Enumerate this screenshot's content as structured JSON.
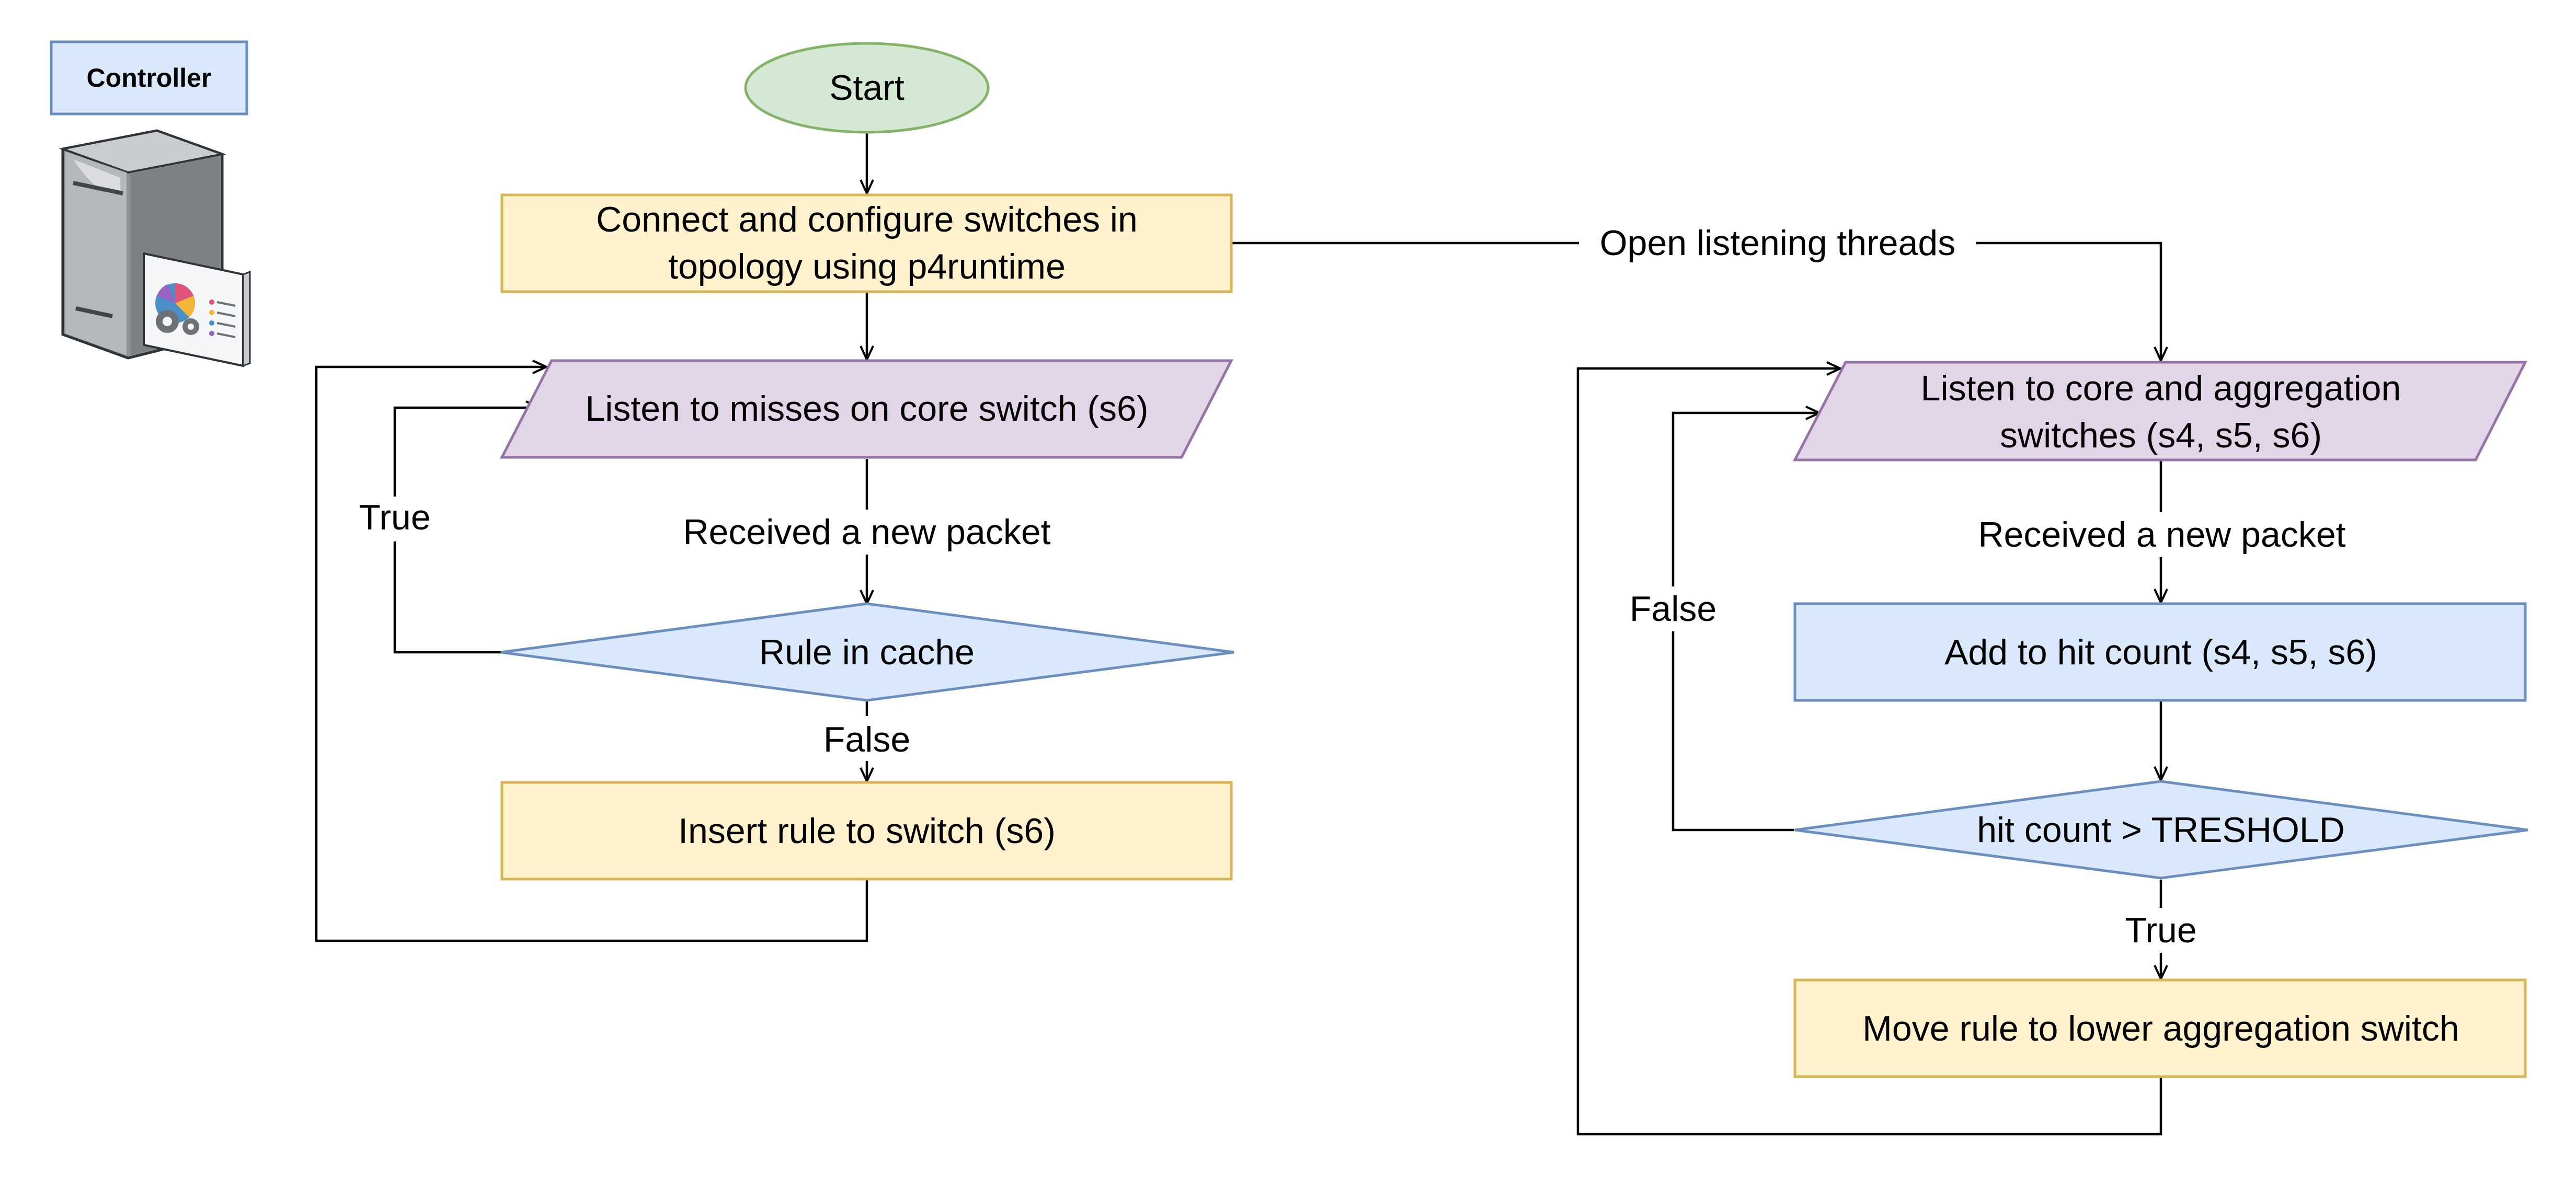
{
  "controller": {
    "label": "Controller",
    "icon": "server-with-dashboard-icon"
  },
  "colors": {
    "start_fill": "#d5e8d4",
    "start_stroke": "#82b366",
    "process_fill": "#fff2cc",
    "process_stroke": "#d6b656",
    "io_fill": "#e1d5e7",
    "io_stroke": "#9673a6",
    "blue_fill": "#dae8fc",
    "blue_stroke": "#6c8ebf"
  },
  "nodes": {
    "start": "Start",
    "connect": [
      "Connect and configure switches in",
      "topology using p4runtime"
    ],
    "listen_core": "Listen to misses on core switch (s6)",
    "rule_in_cache": "Rule in cache",
    "insert_rule": "Insert rule to  switch (s6)",
    "listen_core_agg": [
      "Listen to core and aggregation",
      "switches (s4, s5, s6)"
    ],
    "add_hit_count": "Add to hit count (s4, s5, s6)",
    "hit_count_check": "hit count > TRESHOLD",
    "move_rule": "Move rule to lower aggregation switch"
  },
  "edges": {
    "open_threads": "Open listening threads",
    "received_left": "Received a new packet",
    "true_left": "True",
    "false_left": "False",
    "received_right": "Received a new packet",
    "false_right": "False",
    "true_right": "True"
  }
}
